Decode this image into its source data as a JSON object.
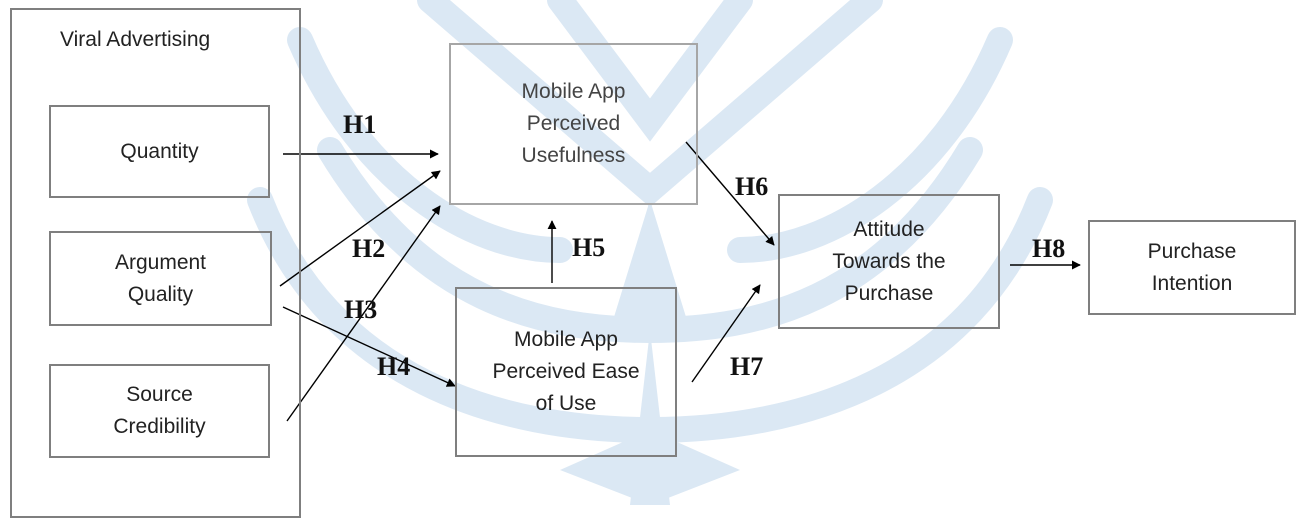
{
  "colors": {
    "background": "#ffffff",
    "watermark": "#dbe8f4",
    "box_border": "#7f7f7f",
    "text": "#222222",
    "arrow": "#000000"
  },
  "group": {
    "title": "Viral Advertising"
  },
  "nodes": {
    "quantity": "Quantity",
    "argument_quality": "Argument\nQuality",
    "source_credibility": "Source\nCredibility",
    "perceived_usefulness": "Mobile App\nPerceived\nUsefulness",
    "perceived_ease_of_use": "Mobile App\nPerceived Ease\nof Use",
    "attitude": "Attitude\nTowards the\nPurchase",
    "purchase_intention": "Purchase\nIntention"
  },
  "hypotheses": {
    "h1": "H1",
    "h2": "H2",
    "h3": "H3",
    "h4": "H4",
    "h5": "H5",
    "h6": "H6",
    "h7": "H7",
    "h8": "H8"
  }
}
